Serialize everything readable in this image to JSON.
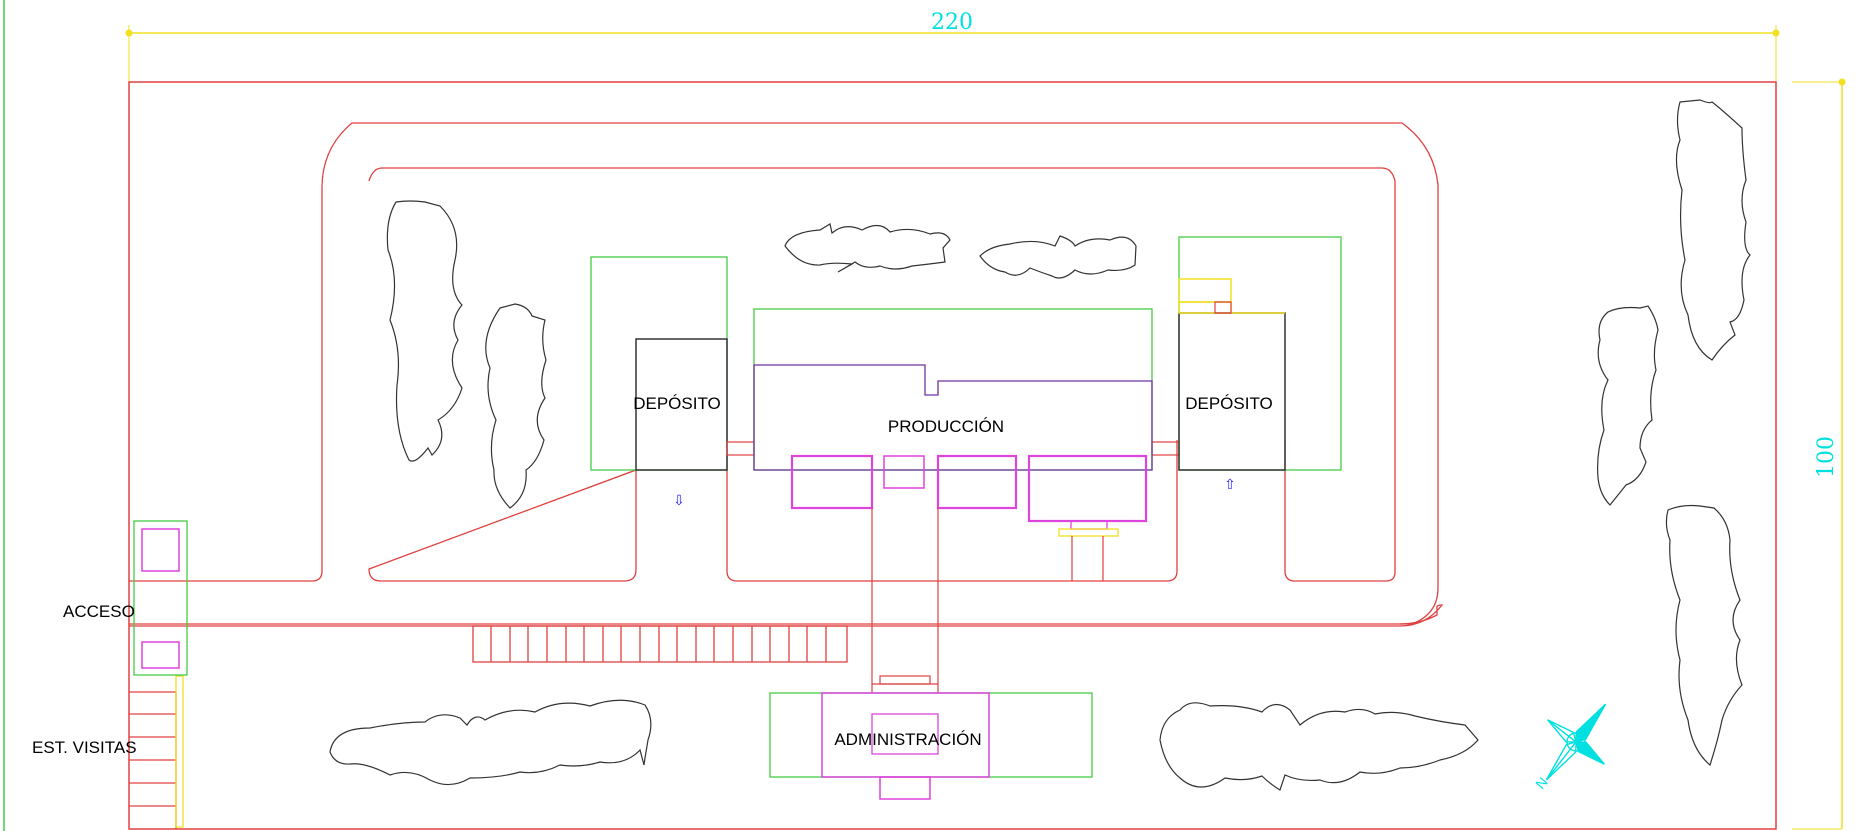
{
  "dimensions": {
    "width_value": "220",
    "height_value": "100"
  },
  "buildings": {
    "deposito_left": "DEPÓSITO",
    "produccion": "PRODUCCIÓN",
    "deposito_right": "DEPÓSITO",
    "administracion": "ADMINISTRACIÓN"
  },
  "site_labels": {
    "acceso": "ACCESO",
    "est_visitas": "EST. VISITAS"
  },
  "north_arrow": {
    "letter": "N"
  },
  "colors": {
    "boundary": "#e04040",
    "road": "#e04040",
    "green_zone": "#44cc44",
    "magenta": "#dd44dd",
    "purple": "#7030a0",
    "yellow": "#f0e020",
    "dimension_text": "#00e0e0",
    "trees": "#333333",
    "blue_marks": "#2222ff"
  }
}
